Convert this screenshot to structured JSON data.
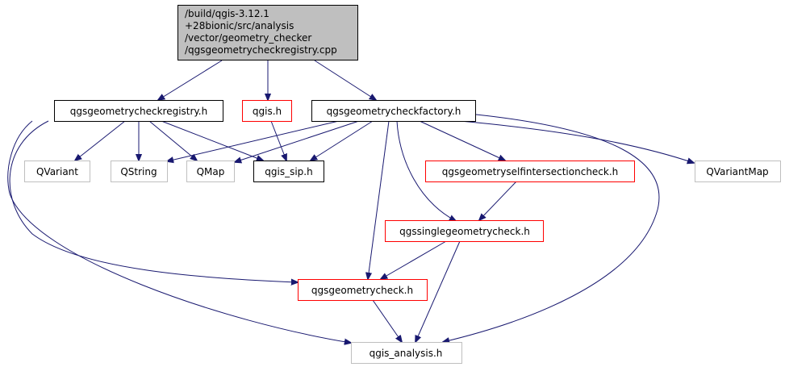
{
  "graph": {
    "root": {
      "lines": [
        "/build/qgis-3.12.1",
        "+28bionic/src/analysis",
        "/vector/geometry_checker",
        "/qgsgeometrycheckregistry.cpp"
      ]
    },
    "nodes": {
      "registry_h": "qgsgeometrycheckregistry.h",
      "qgis_h": "qgis.h",
      "factory_h": "qgsgeometrycheckfactory.h",
      "qvariant": "QVariant",
      "qstring": "QString",
      "qmap": "QMap",
      "qgis_sip_h": "qgis_sip.h",
      "selfintersection_h": "qgsgeometryselfintersectioncheck.h",
      "qvariantmap": "QVariantMap",
      "singlegeometry_h": "qgssinglegeometrycheck.h",
      "geometrycheck_h": "qgsgeometrycheck.h",
      "analysis_h": "qgis_analysis.h"
    }
  },
  "colors": {
    "edge": "#191970",
    "root_fill": "#bfbfbf",
    "border_documented": "#000000",
    "border_undocumented": "#ff0000",
    "border_external": "#bfbfbf"
  }
}
